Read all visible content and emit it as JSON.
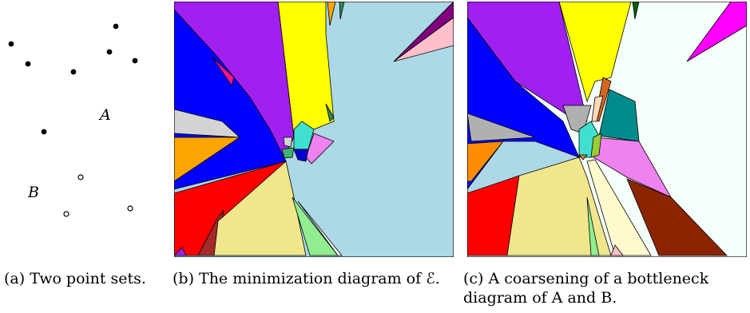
{
  "panel_a": {
    "label_a": "A",
    "label_b": "B"
  },
  "captions": {
    "a": "(a) Two point sets.",
    "b": "(b) The minimization diagram of ℰ.",
    "c": "(c) A coarsening of a bottleneck diagram of A and B."
  }
}
